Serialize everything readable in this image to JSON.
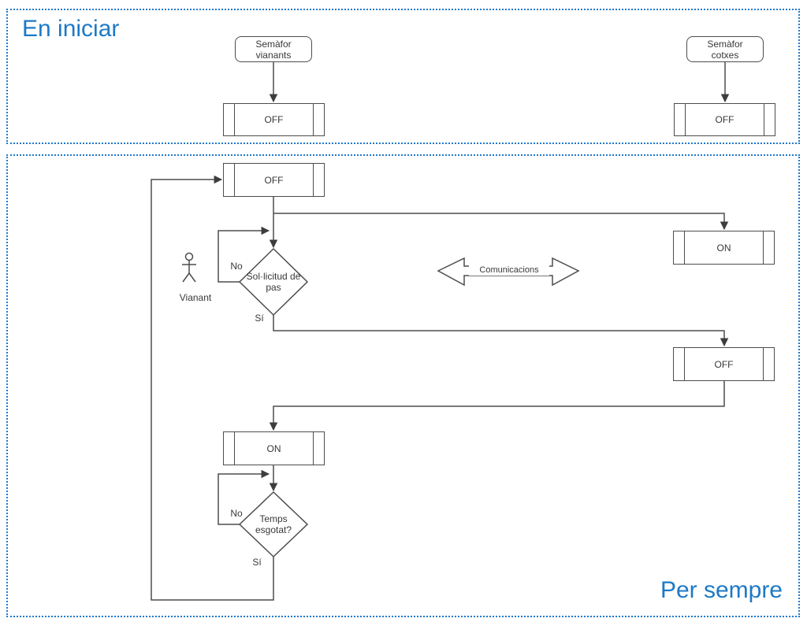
{
  "colors": {
    "accent_blue": "#1e79c5",
    "frame_border": "#2079ca",
    "shape_stroke": "#4d4d4d",
    "text": "#383838"
  },
  "frames": {
    "init": {
      "title": "En iniciar"
    },
    "forever": {
      "title": "Per sempre"
    }
  },
  "init_section": {
    "pedestrian_light_label": "Semàfor vianants",
    "pedestrian_light_state": "OFF",
    "car_light_label": "Semàfor cotxes",
    "car_light_state": "OFF"
  },
  "loop_section": {
    "pedestrian_off": "OFF",
    "car_on": "ON",
    "request_decision": "Sol·licitud de pas",
    "request_no": "No",
    "request_yes": "Sí",
    "actor_label": "Vianant",
    "communications_label": "Comunicacions",
    "car_off": "OFF",
    "pedestrian_on": "ON",
    "timer_decision": "Temps esgotat?",
    "timer_no": "No",
    "timer_yes": "Sí"
  }
}
